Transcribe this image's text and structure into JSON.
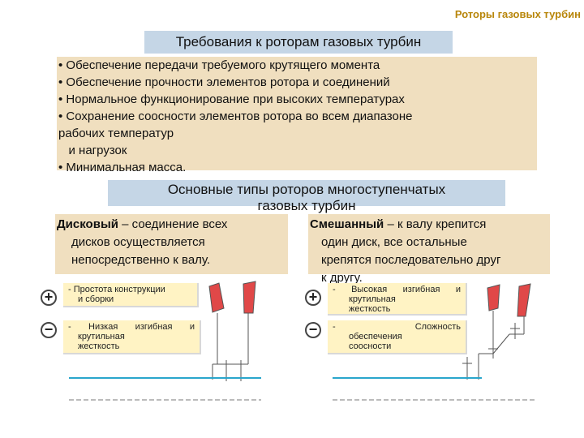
{
  "header": {
    "title": "Роторы газовых турбин"
  },
  "requirements": {
    "title": "Требования к роторам газовых турбин",
    "items": [
      "• Обеспечение передачи требуемого крутящего момента",
      "• Обеспечение прочности элементов ротора и соединений",
      "• Нормальное функционирование при высоких температурах",
      "• Сохранение соосности элементов ротора во всем диапазоне",
      "рабочих температур",
      "   и нагрузок",
      "• Минимальная масса."
    ]
  },
  "types": {
    "title_line1": "Основные типы роторов многоступенчатых",
    "title_line2": "газовых турбин",
    "disk": {
      "name": "Дисковый",
      "line1_rest": " – соединение всех",
      "line2": "дисков осуществляется",
      "line3": "непосредственно к валу."
    },
    "mixed": {
      "name": "Смешанный",
      "line1_rest": " – к валу крепится",
      "line2": "один диск, все остальные",
      "line3": "крепятся последовательно друг",
      "line4": "к другу."
    }
  },
  "pros_cons": {
    "plus_symbol": "+",
    "minus_symbol": "−",
    "disk_plus": {
      "line1": "- Простота конструкции",
      "line2": "и сборки"
    },
    "disk_minus": {
      "line1": "- Низкая изгибная и",
      "line2": "крутильная",
      "line3": "жесткость"
    },
    "mixed_plus": {
      "line1": "- Высокая изгибная и",
      "line2": "крутильная",
      "line3": "жесткость"
    },
    "mixed_minus": {
      "line1": "- Сложность",
      "line2": "обеспечения",
      "line3": "соосности"
    }
  },
  "colors": {
    "accent_header": "#b8860b",
    "title_fill": "#c5d6e6",
    "box_fill": "#f0dfbf",
    "note_fill": "#fff3c4",
    "blade_fill": "#e04848",
    "shaft_line": "#2aa6cc"
  }
}
